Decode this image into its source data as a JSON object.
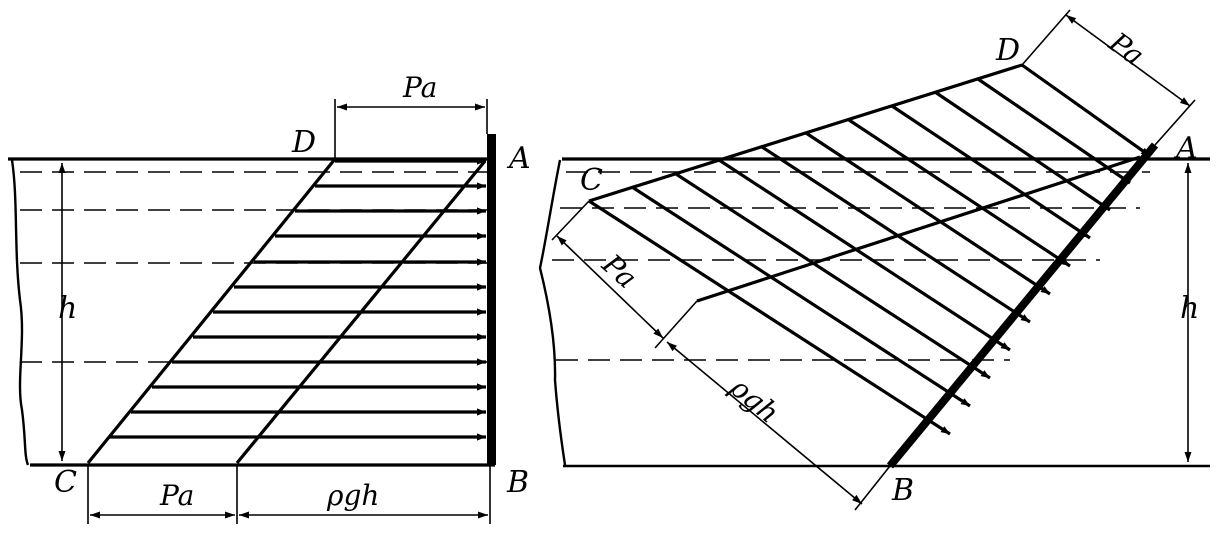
{
  "left_diagram": {
    "labels": {
      "A": "A",
      "B": "B",
      "C": "C",
      "D": "D",
      "h": "h",
      "pa_top": "Pa",
      "pa_bottom": "Pa",
      "rho_g_h": "ρgh"
    }
  },
  "right_diagram": {
    "labels": {
      "A": "A",
      "B": "B",
      "C": "C",
      "D": "D",
      "h": "h",
      "pa_top": "Pa",
      "pa_side": "Pa",
      "rho_g_h": "ρgh"
    }
  }
}
